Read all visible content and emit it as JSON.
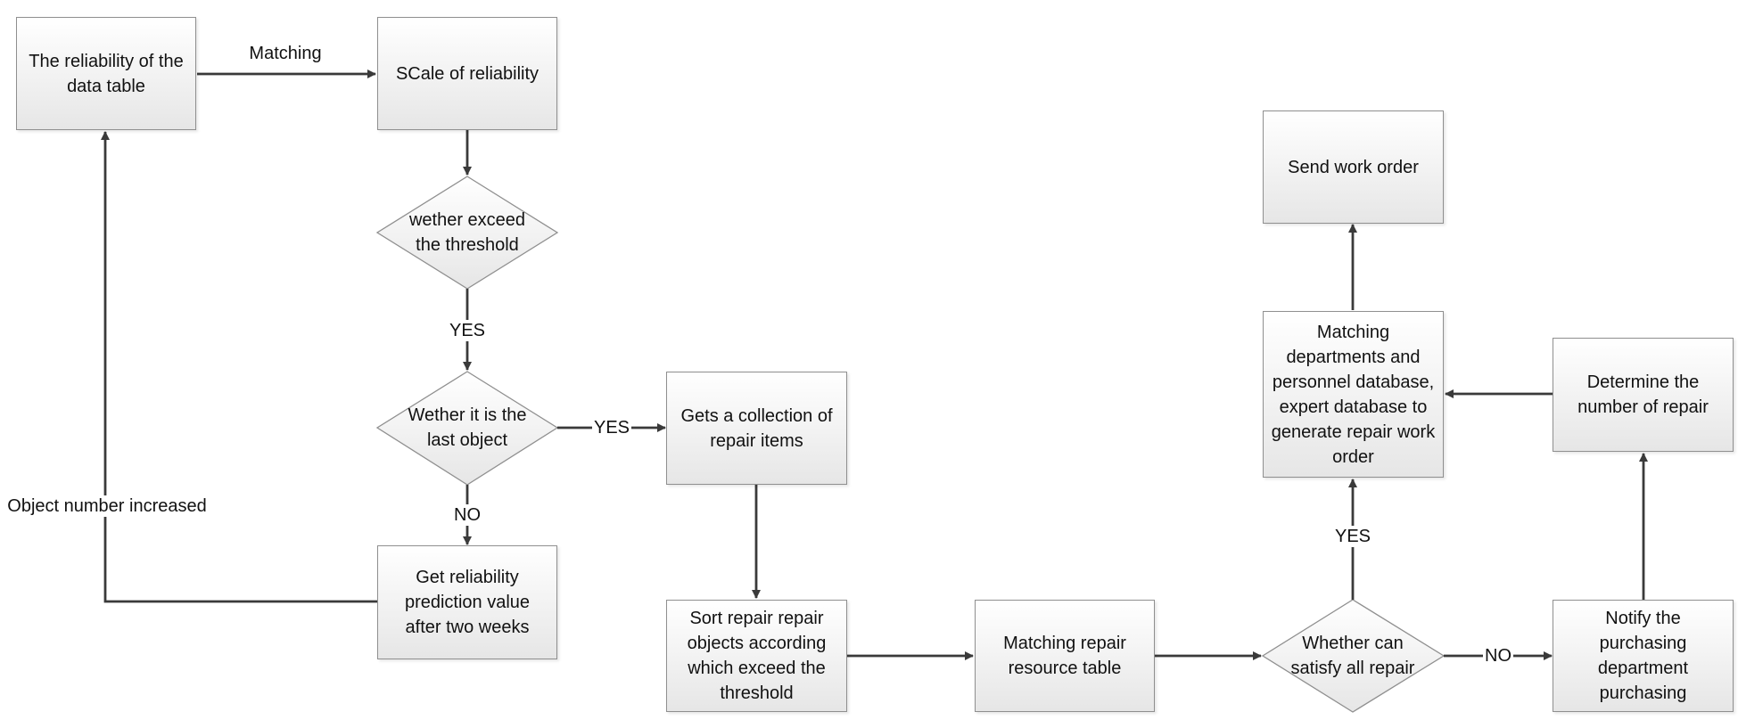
{
  "nodes": {
    "reliability_table": "The reliability of the data table",
    "scale_reliability": "SCale of reliability",
    "exceed_threshold": "wether exceed the threshold",
    "last_object": "Wether it is the last object",
    "get_prediction": "Get reliability prediction value after two weeks",
    "collection_items": "Gets a collection of repair items",
    "sort_objects": "Sort  repair repair objects according which exceed the threshold",
    "matching_resource": "Matching repair resource table",
    "satisfy_all": "Whether can satisfy all repair",
    "notify_purchasing": "Notify the purchasing department purchasing",
    "determine_number": "Determine the number of repair",
    "matching_departments": "Matching departments and personnel database, expert database to generate repair work order",
    "send_work_order": "Send work order"
  },
  "edges": {
    "matching": "Matching",
    "yes_threshold": "YES",
    "yes_last": "YES",
    "no_last": "NO",
    "object_increased": "Object number increased",
    "yes_satisfy": "YES",
    "no_satisfy": "NO"
  }
}
